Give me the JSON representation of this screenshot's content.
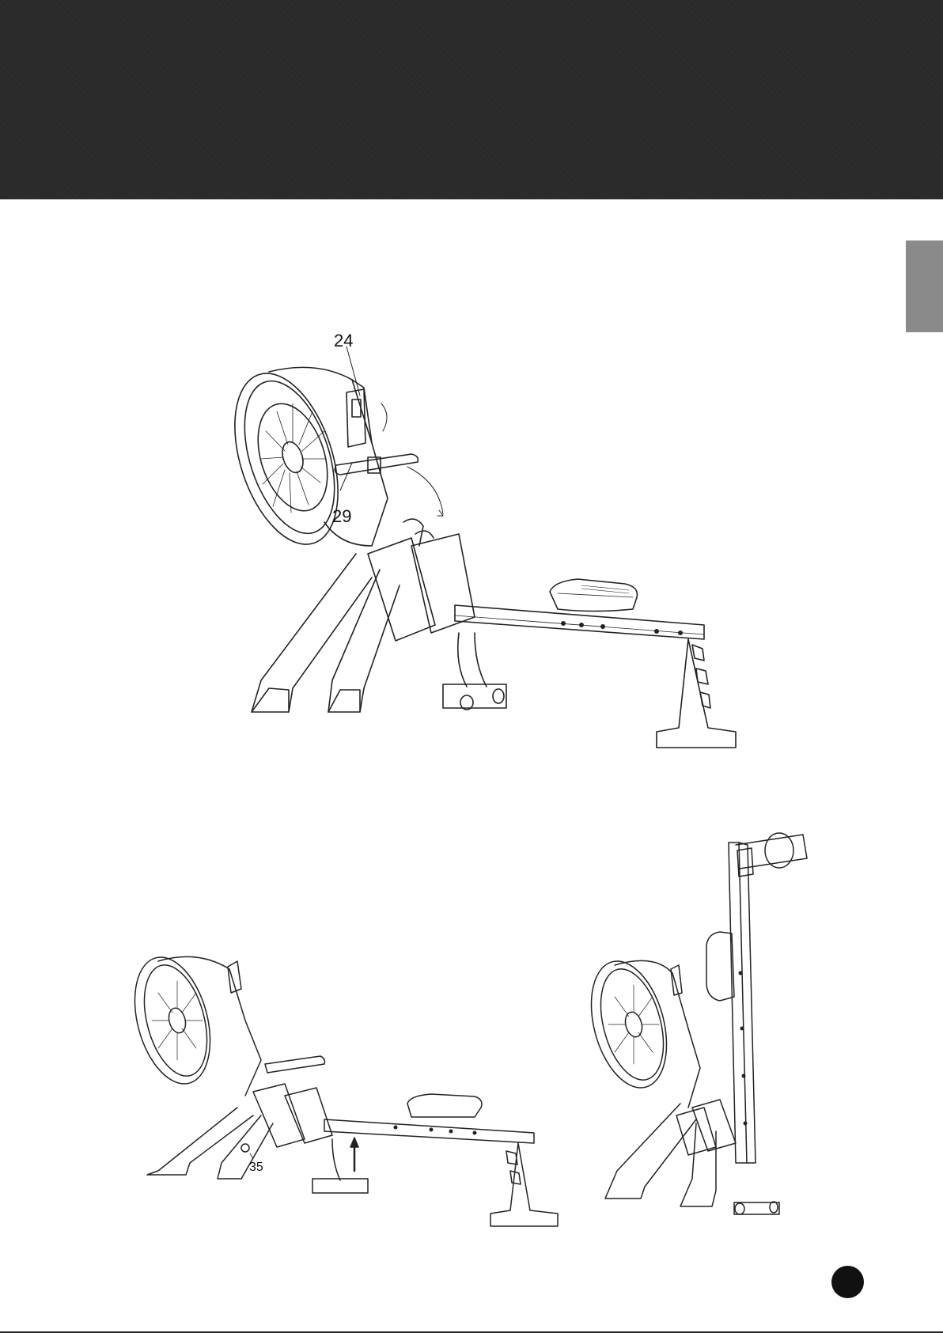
{
  "callouts": {
    "part_24": "24",
    "part_29": "29",
    "part_35": "35"
  },
  "colors": {
    "header_band": "#2a2a2a",
    "side_tab": "#8a8a8a",
    "page_marker": "#111111",
    "line_art": "#222222"
  }
}
